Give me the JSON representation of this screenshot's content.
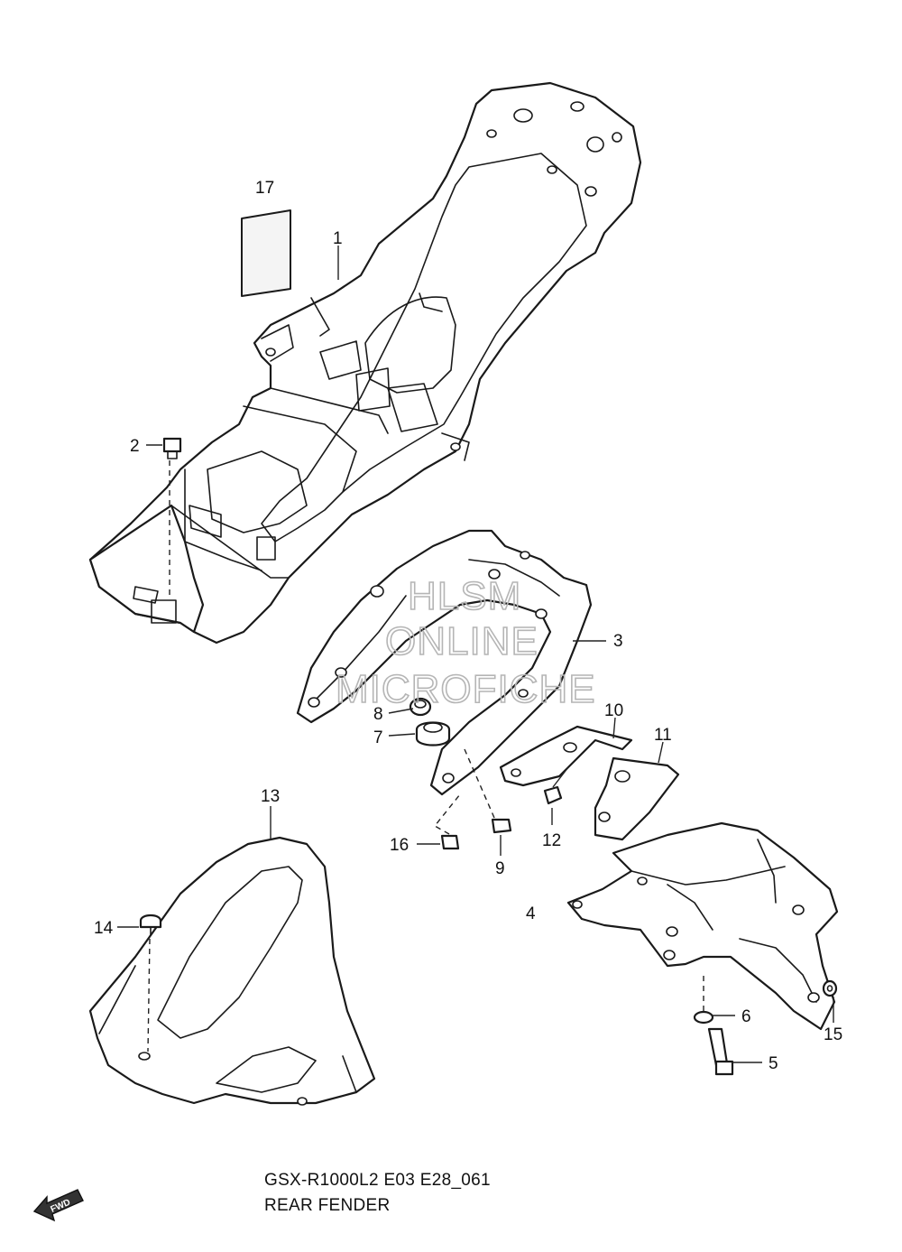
{
  "drawing": {
    "code": "GSX-R1000L2 E03 E28_061",
    "title": "REAR FENDER"
  },
  "watermark": {
    "line1": "HLSM",
    "line2": "ONLINE",
    "line3": "MICROFICHE"
  },
  "fwd_label": "FWD",
  "callouts": {
    "p1": "1",
    "p2": "2",
    "p3": "3",
    "p4": "4",
    "p5": "5",
    "p6": "6",
    "p7": "7",
    "p8": "8",
    "p9": "9",
    "p10": "10",
    "p11": "11",
    "p12": "12",
    "p13": "13",
    "p14": "14",
    "p15": "15",
    "p16": "16",
    "p17": "17"
  }
}
